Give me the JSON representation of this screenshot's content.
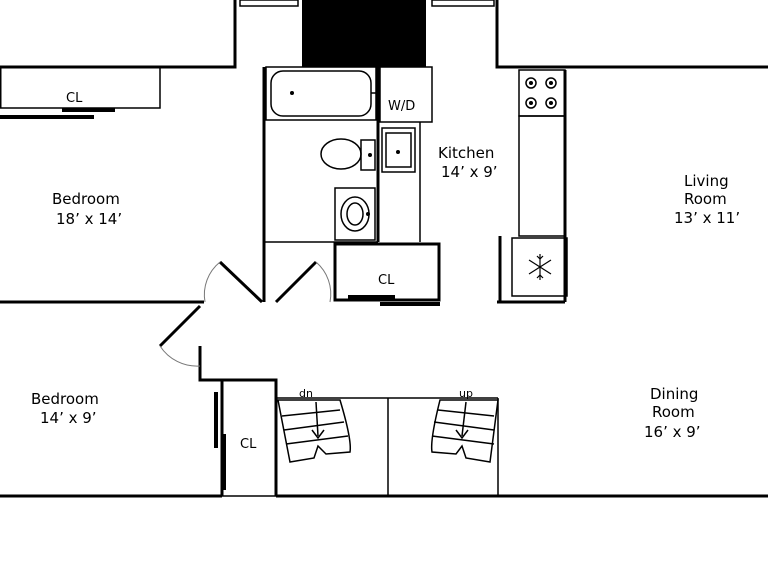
{
  "rooms": {
    "bedroom1": {
      "name": "Bedroom",
      "dims": "18’ x 14’"
    },
    "bedroom2": {
      "name": "Bedroom",
      "dims": "14’ x 9’"
    },
    "kitchen": {
      "name": "Kitchen",
      "dims": "14’ x 9’"
    },
    "living": {
      "name": "Living",
      "name2": "Room",
      "dims": "13’ x 11’"
    },
    "dining": {
      "name": "Dining",
      "name2": "Room",
      "dims": "16’ x 9’"
    }
  },
  "closets": {
    "c1": "CL",
    "c2": "CL",
    "c3": "CL"
  },
  "fixtures": {
    "washer_dryer": "W/D"
  },
  "stairs": {
    "down": "dn",
    "up": "up"
  }
}
